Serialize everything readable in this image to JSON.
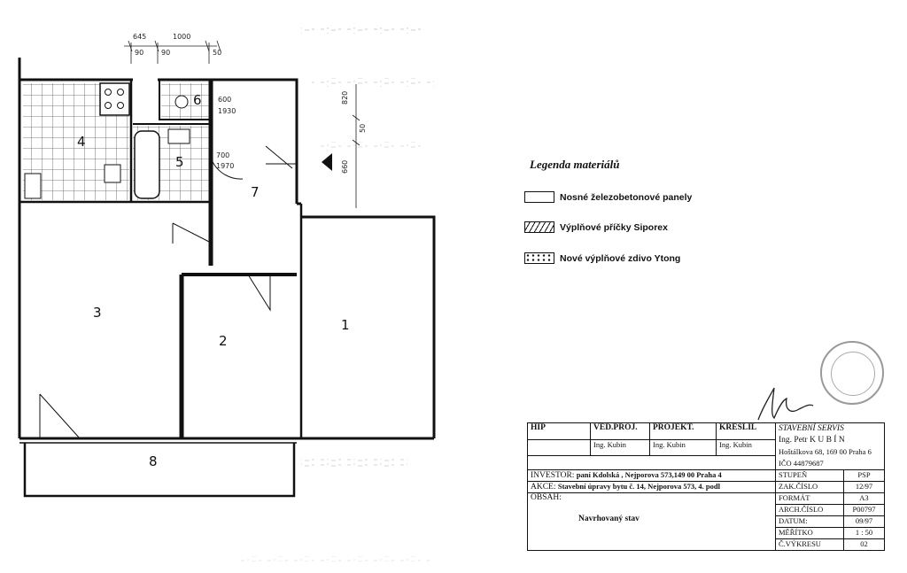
{
  "rooms": [
    "1",
    "2",
    "3",
    "4",
    "5",
    "6",
    "7",
    "8"
  ],
  "dimensions": [
    "645",
    "1000",
    "90",
    "90",
    "50",
    "600",
    "1930",
    "700",
    "1970",
    "820",
    "660",
    "50"
  ],
  "legend": {
    "title": "Legenda  materiálů",
    "items": [
      {
        "label": "Nosné železobetonové panely",
        "pattern": "blank"
      },
      {
        "label": "Výplňové příčky Siporex",
        "pattern": "hatch"
      },
      {
        "label": "Nové výplňové zdivo Ytong",
        "pattern": "dots"
      }
    ]
  },
  "title_block": {
    "hip": "HIP",
    "ved_proj_label": "VED.PROJ.",
    "projekt_label": "PROJEKT.",
    "kreslil_label": "KRESLIL",
    "ved_proj_value": "Ing. Kubin",
    "projekt_value": "Ing. Kubin",
    "kreslil_value": "Ing. Kubin",
    "company": "STAVEBNÍ  SERVIS",
    "engineer": "Ing. Petr  K U B Í N",
    "address": "Hoštálkova 68, 169 00 Praha 6",
    "ico": "IČO  44879687",
    "investor_label": "INVESTOR:",
    "investor_value": "paní Kdolská , Nejporova 573,149 00 Praha 4",
    "akce_label": "AKCE:",
    "akce_value": "Stavební úpravy bytu č. 14, Nejporova 573, 4. podl",
    "obsah_label": "OBSAH:",
    "obsah_value": "Navrhovaný stav",
    "fields": [
      {
        "label": "STUPEŇ",
        "value": "PSP"
      },
      {
        "label": "ZAK.ČÍSLO",
        "value": "12/97"
      },
      {
        "label": "FORMÁT",
        "value": "A3"
      },
      {
        "label": "ARCH.ČÍSLO",
        "value": "P00797"
      },
      {
        "label": "DATUM:",
        "value": "09/97"
      },
      {
        "label": "MĚŘÍTKO",
        "value": "1 : 50"
      },
      {
        "label": "Č.VÝKRESU",
        "value": "02"
      }
    ]
  }
}
